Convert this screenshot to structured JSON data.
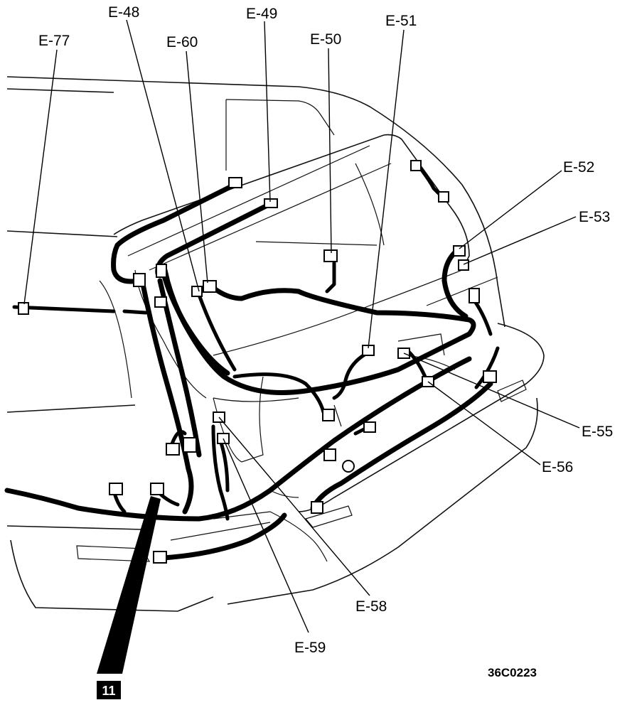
{
  "diagram": {
    "drawing_code": "36C0223",
    "marker_label": "11",
    "connectors": [
      {
        "id": "e77",
        "label": "E-77"
      },
      {
        "id": "e48",
        "label": "E-48"
      },
      {
        "id": "e60",
        "label": "E-60"
      },
      {
        "id": "e49",
        "label": "E-49"
      },
      {
        "id": "e50",
        "label": "E-50"
      },
      {
        "id": "e51",
        "label": "E-51"
      },
      {
        "id": "e52",
        "label": "E-52"
      },
      {
        "id": "e53",
        "label": "E-53"
      },
      {
        "id": "e55",
        "label": "E-55"
      },
      {
        "id": "e56",
        "label": "E-56"
      },
      {
        "id": "e58",
        "label": "E-58"
      },
      {
        "id": "e59",
        "label": "E-59"
      }
    ]
  }
}
